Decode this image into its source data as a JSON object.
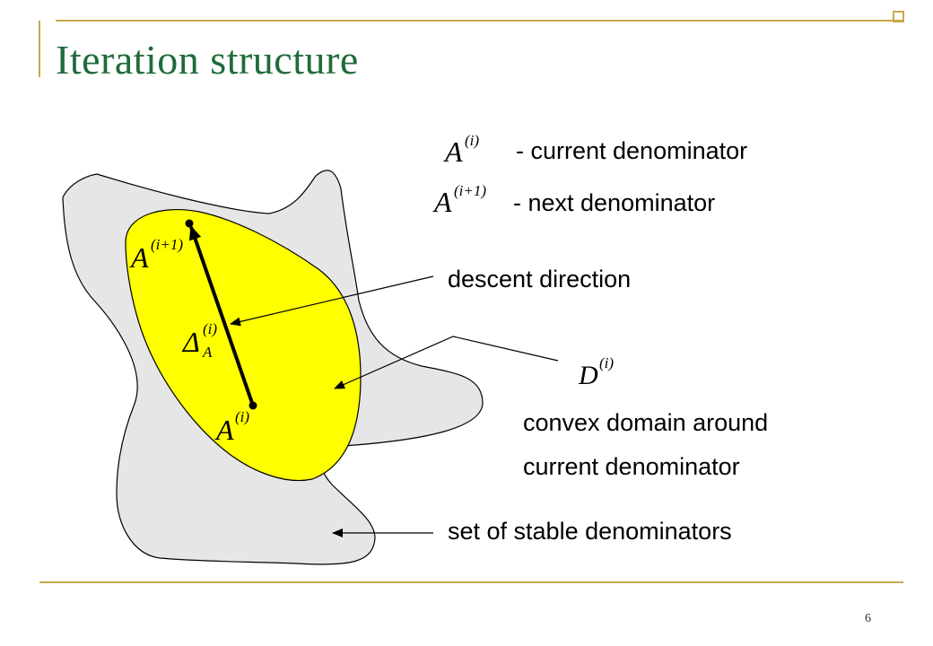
{
  "slide": {
    "title": "Iteration structure",
    "page_number": "6",
    "accent_color": "#c9a94a",
    "title_color": "#1f6b3a",
    "outer_region_color": "#e6e6e6",
    "inner_region_color": "#ffff00"
  },
  "legend": {
    "current_symbol": "A",
    "current_superscript": "(i)",
    "current_text": "- current denominator",
    "next_symbol": "A",
    "next_superscript": "(i+1)",
    "next_text": "- next denominator"
  },
  "annotations": {
    "descent_direction": "descent direction",
    "domain_symbol": "D",
    "domain_superscript": "(i)",
    "convex_line1": "convex domain around",
    "convex_line2": "current denominator",
    "stable_set": "set of stable denominators"
  },
  "diagram_symbols": {
    "next_point_symbol": "A",
    "next_point_superscript": "(i+1)",
    "delta_symbol": "Δ",
    "delta_subscript": "A",
    "delta_superscript": "(i)",
    "current_point_symbol": "A",
    "current_point_superscript": "(i)"
  }
}
